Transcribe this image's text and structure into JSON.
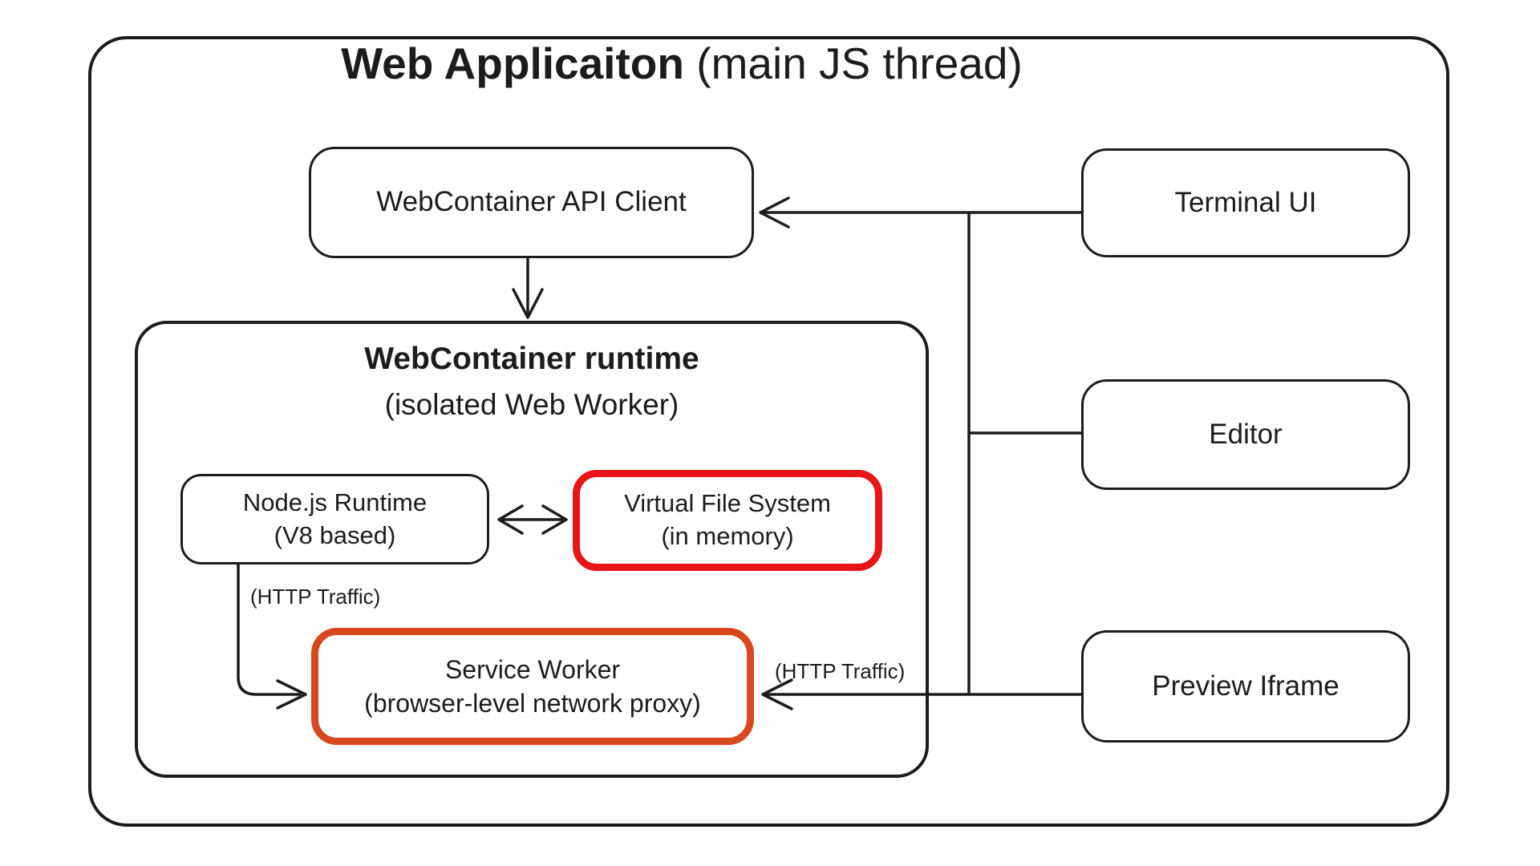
{
  "title": {
    "app": "Web Applicaiton",
    "suffix": " (main JS thread)"
  },
  "boxes": {
    "api_client": {
      "label": "WebContainer API Client"
    },
    "terminal_ui": {
      "label": "Terminal UI"
    },
    "editor": {
      "label": "Editor"
    },
    "preview_iframe": {
      "label": "Preview Iframe"
    },
    "runtime": {
      "title": "WebContainer runtime",
      "subtitle": "(isolated Web Worker)"
    },
    "nodejs_runtime": {
      "line1": "Node.js Runtime",
      "line2": "(V8 based)"
    },
    "virtual_file_system": {
      "line1": "Virtual File System",
      "line2": "(in memory)"
    },
    "service_worker": {
      "line1": "Service Worker",
      "line2": "(browser-level network proxy)"
    }
  },
  "edge_labels": {
    "nodejs_http_traffic": "(HTTP Traffic)",
    "preview_http_traffic": "(HTTP Traffic)"
  },
  "colors": {
    "line": "#1c1c1c",
    "virtual_file_system_border": "#e81517",
    "service_worker_border": "#d8481e"
  }
}
